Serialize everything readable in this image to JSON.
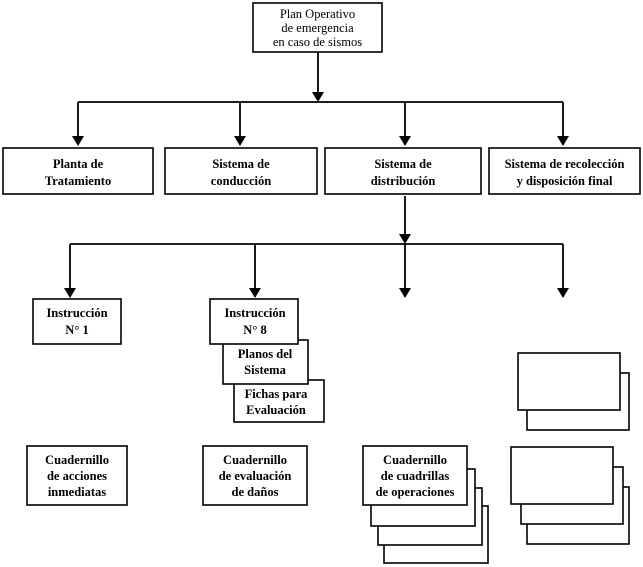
{
  "root": {
    "lines": [
      "Plan Operativo",
      "de emergencia",
      "en caso de sismos"
    ]
  },
  "level1": [
    {
      "lines": [
        "Planta de",
        "Tratamiento"
      ]
    },
    {
      "lines": [
        "Sistema de",
        "conducción"
      ]
    },
    {
      "lines": [
        "Sistema de",
        "distribución"
      ]
    },
    {
      "lines": [
        "Sistema de recolección",
        "y disposición final"
      ]
    }
  ],
  "instructions": [
    {
      "lines": [
        "Instrucción",
        "N° 1"
      ]
    },
    {
      "lines": [
        "Instrucción",
        "N° 8"
      ]
    }
  ],
  "sub_docs": [
    {
      "lines": [
        "Planos del",
        "Sistema"
      ]
    },
    {
      "lines": [
        "Fichas para",
        "Evaluación"
      ]
    }
  ],
  "notebooks": [
    {
      "lines": [
        "Cuadernillo",
        "de acciones",
        "inmediatas"
      ]
    },
    {
      "lines": [
        "Cuadernillo",
        "de evaluación",
        "de daños"
      ]
    },
    {
      "lines": [
        "Cuadernillo",
        "de cuadrillas",
        "de operaciones"
      ]
    }
  ]
}
